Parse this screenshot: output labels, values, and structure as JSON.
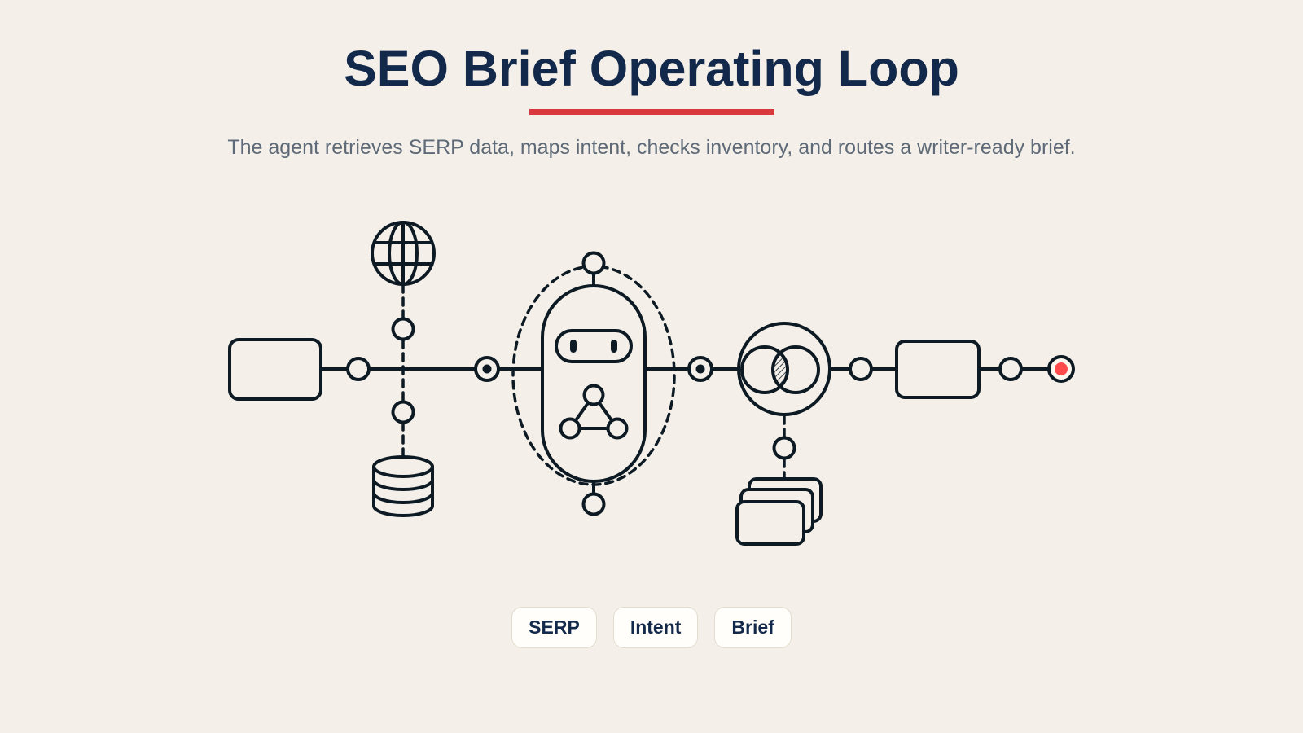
{
  "header": {
    "title": "SEO Brief Operating Loop",
    "subtitle": "The agent retrieves SERP data, maps intent, checks inventory, and routes a writer-ready brief."
  },
  "chips": [
    "SERP",
    "Intent",
    "Brief"
  ],
  "colors": {
    "background": "#f4f0e9",
    "title": "#13294b",
    "accent": "#d9383f",
    "subtitle": "#5f6a78",
    "line": "#0d1a24",
    "endpoint": "#ff4b4b"
  },
  "icons": {
    "input": "input-box-icon",
    "web": "globe-icon",
    "storage": "database-icon",
    "agent": "robot-agent-icon",
    "intent_map": "venn-overlap-icon",
    "inventory": "stacked-cards-icon",
    "brief": "brief-box-icon",
    "endpoint": "endpoint-dot-icon"
  }
}
